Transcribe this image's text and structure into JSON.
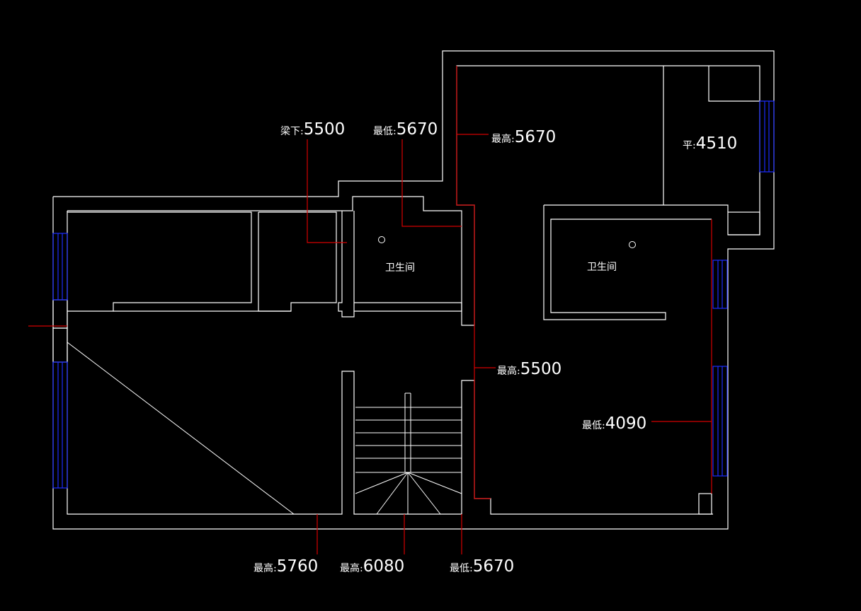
{
  "colors": {
    "background": "#000000",
    "wall": "#ffffff",
    "leader": "#d40000",
    "window": "#1a2cff"
  },
  "rooms": {
    "bathroom_left": "卫生间",
    "bathroom_right": "卫生间"
  },
  "labels": {
    "beam_under": {
      "prefix": "梁下:",
      "value": "5500"
    },
    "lowest_top": {
      "prefix": "最低:",
      "value": "5670"
    },
    "highest_top": {
      "prefix": "最高:",
      "value": "5670"
    },
    "flat_right": {
      "prefix": "平:",
      "value": "4510"
    },
    "highest_mid": {
      "prefix": "最高:",
      "value": "5500"
    },
    "lowest_right": {
      "prefix": "最低:",
      "value": "4090"
    },
    "highest_bottom_left": {
      "prefix": "最高:",
      "value": "5760"
    },
    "highest_bottom_mid": {
      "prefix": "最高:",
      "value": "6080"
    },
    "lowest_bottom_right": {
      "prefix": "最低:",
      "value": "5670"
    }
  }
}
